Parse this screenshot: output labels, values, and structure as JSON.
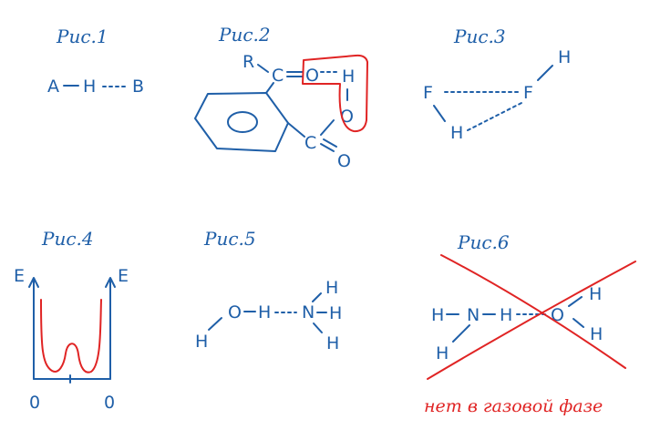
{
  "captions": {
    "fig1": "Рис.1",
    "fig2": "Рис.2",
    "fig3": "Рис.3",
    "fig4": "Рис.4",
    "fig5": "Рис.5",
    "fig6": "Рис.6"
  },
  "fig1": {
    "a": "A",
    "h": "H",
    "b": "B"
  },
  "fig2": {
    "r": "R",
    "c1": "C",
    "o1": "O",
    "h": "H",
    "o2": "O",
    "c2": "C",
    "o3": "O"
  },
  "fig3": {
    "f1": "F",
    "f2": "F",
    "h1": "H",
    "h2": "H"
  },
  "fig4": {
    "e_left": "E",
    "e_right": "E",
    "zero_left": "0",
    "zero_right": "0"
  },
  "fig5": {
    "h1": "H",
    "o": "O",
    "h2": "H",
    "n": "N",
    "h3": "H",
    "h4": "H",
    "h5": "H"
  },
  "fig6": {
    "h1": "H",
    "n": "N",
    "h2": "H",
    "h3": "H",
    "o": "O",
    "h4": "H",
    "h5": "H",
    "note": "нет в газовой фазе"
  },
  "colors": {
    "ink": "#1f5fa8",
    "accent": "#e02424",
    "background": "#ffffff"
  }
}
